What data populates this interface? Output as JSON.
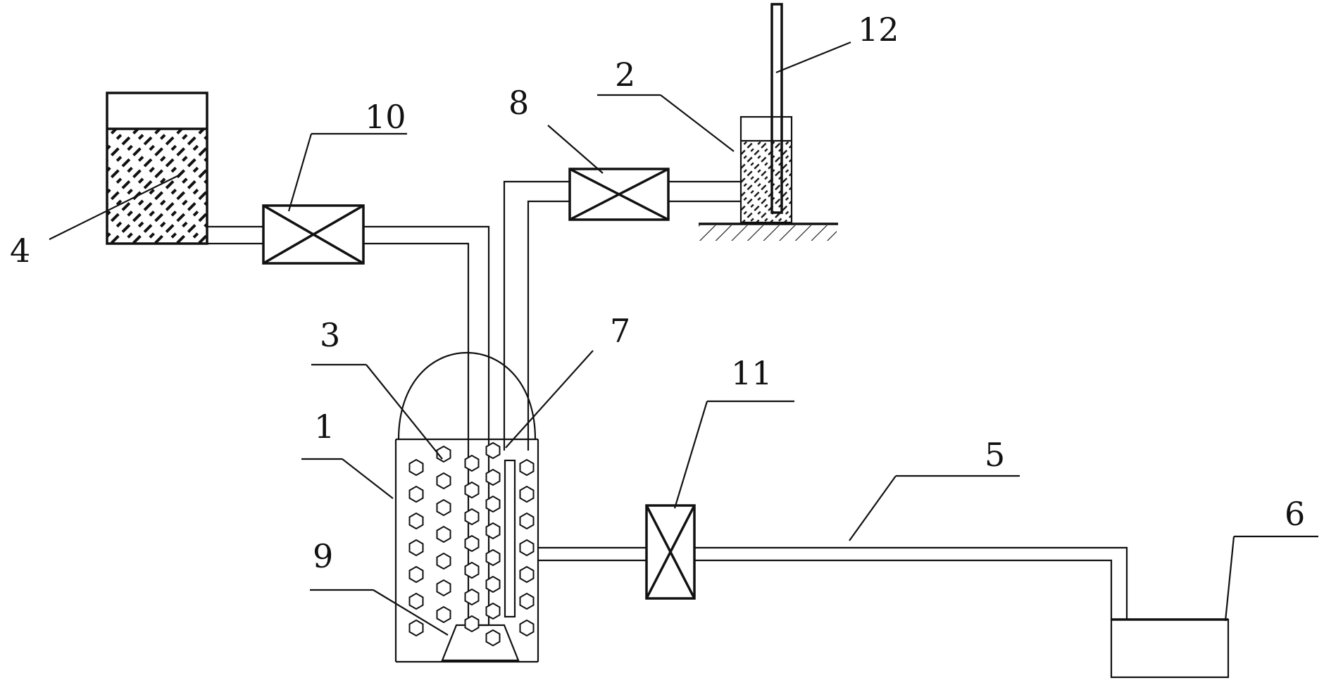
{
  "diagram": {
    "type": "apparatus-schematic",
    "labels": [
      {
        "id": "1",
        "text": "1"
      },
      {
        "id": "2",
        "text": "2"
      },
      {
        "id": "3",
        "text": "3"
      },
      {
        "id": "4",
        "text": "4"
      },
      {
        "id": "5",
        "text": "5"
      },
      {
        "id": "6",
        "text": "6"
      },
      {
        "id": "7",
        "text": "7"
      },
      {
        "id": "8",
        "text": "8"
      },
      {
        "id": "9",
        "text": "9"
      },
      {
        "id": "10",
        "text": "10"
      },
      {
        "id": "11",
        "text": "11"
      },
      {
        "id": "12",
        "text": "12"
      }
    ],
    "components": {
      "reactor": "1",
      "small_container": "2",
      "packing": "3",
      "feed_tank": "4",
      "outlet_pipe": "5",
      "collection_tank": "6",
      "inner_tube": "7",
      "valve_upper": "8",
      "cone_support": "9",
      "valve_feed": "10",
      "valve_outlet": "11",
      "thermometer": "12"
    },
    "colors": {
      "line": "#111111",
      "background": "#ffffff"
    }
  }
}
